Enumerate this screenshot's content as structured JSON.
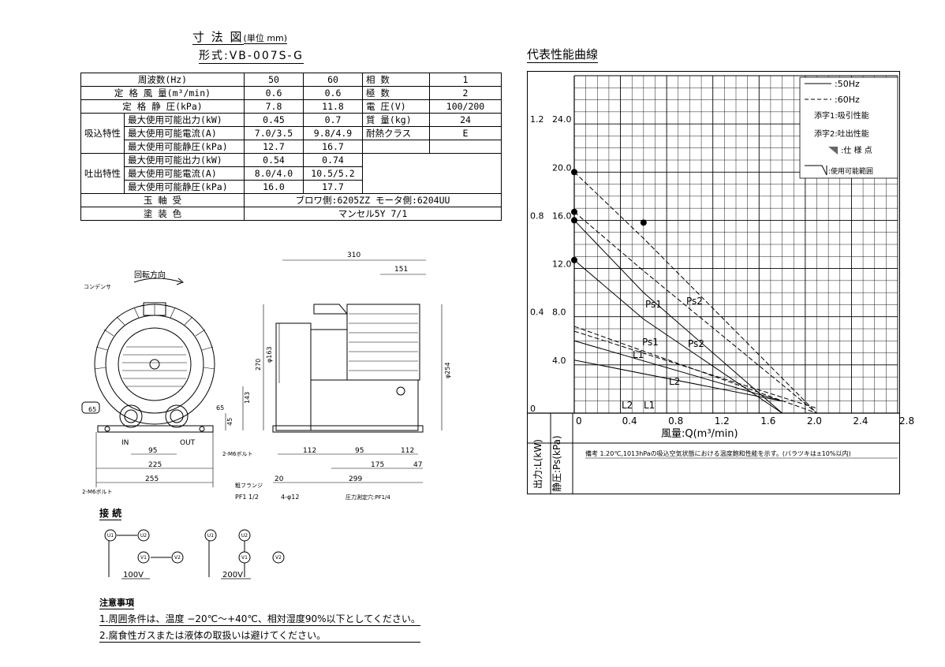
{
  "left": {
    "title": "寸 法 図",
    "title_unit": "(単位 mm)",
    "model": "形式:VB-007S-G",
    "spec_table": {
      "freq_label": "周波数(Hz)",
      "freq_50": "50",
      "freq_60": "60",
      "phase_label": "相 数",
      "phase_val": "1",
      "airflow_label": "定 格 風 量(m³/min)",
      "airflow_50": "0.6",
      "airflow_60": "0.6",
      "poles_label": "極 数",
      "poles_val": "2",
      "pressure_label": "定 格 静 圧(kPa)",
      "pressure_50": "7.8",
      "pressure_60": "11.8",
      "voltage_label": "電 圧(V)",
      "voltage_val": "100/200",
      "suction_group": "吸込特性",
      "s_output_label": "最大使用可能出力(kW)",
      "s_output_50": "0.45",
      "s_output_60": "0.7",
      "mass_label": "質 量(kg)",
      "mass_val": "24",
      "s_current_label": "最大使用可能電流(A)",
      "s_current_50": "7.0/3.5",
      "s_current_60": "9.8/4.9",
      "heat_label": "耐熱クラス",
      "heat_val": "E",
      "s_static_label": "最大使用可能静圧(kPa)",
      "s_static_50": "12.7",
      "s_static_60": "16.7",
      "discharge_group": "吐出特性",
      "d_output_label": "最大使用可能出力(kW)",
      "d_output_50": "0.54",
      "d_output_60": "0.74",
      "d_current_label": "最大使用可能電流(A)",
      "d_current_50": "8.0/4.0",
      "d_current_60": "10.5/5.2",
      "d_static_label": "最大使用可能静圧(kPa)",
      "d_static_50": "16.0",
      "d_static_60": "17.7",
      "bearing_label": "玉 軸 受",
      "bearing_val": "ブロワ側:6205ZZ モータ側:6204UU",
      "paint_label": "塗 装 色",
      "paint_val": "マンセル5Y 7/1"
    },
    "drawing": {
      "rotation": "回転方向",
      "condenser": "コンデンサ",
      "in": "IN",
      "out": "OUT",
      "dims": {
        "d310": "310",
        "d151": "151",
        "d163": "φ163",
        "d254": "φ254",
        "d270": "270",
        "d143": "143",
        "d45": "45",
        "d65a": "65",
        "d65b": "65",
        "d95a": "95",
        "d225": "225",
        "d255": "255",
        "d112a": "112",
        "d95b": "95",
        "d112b": "112",
        "d175": "175",
        "d47": "47",
        "d20": "20",
        "d299": "299"
      },
      "m6_a": "2-M6ボルト",
      "m6_b": "2-M6ボルト",
      "flange": "粗フランジ",
      "pf": "PF1 1/2",
      "holes": "4-φ12",
      "pressure_hole": "圧力測定穴:PF1/4"
    },
    "wiring": {
      "title": "接 続",
      "t_u1": "U1",
      "t_u2": "U2",
      "t_v1": "V1",
      "t_v2": "V2",
      "v100": "100V",
      "v200": "200V"
    },
    "notes": {
      "title": "注意事項",
      "n1": "1.周囲条件は、温度 −20℃〜+40℃、相対湿度90%以下としてください。",
      "n2": "2.腐食性ガスまたは液体の取扱いは避けてください。"
    }
  },
  "chart_data": {
    "type": "line",
    "title": "代表性能曲線",
    "xlabel": "風量:Q(m³/min)",
    "ylabel_ps": "静圧:Ps(kPa)",
    "ylabel_l": "出力:L(kW)",
    "xlim": [
      0,
      2.8
    ],
    "ylim_ps": [
      0,
      28
    ],
    "ylim_l": [
      0,
      1.4
    ],
    "x_ticks": [
      "0",
      "0.4",
      "0.8",
      "1.2",
      "1.6",
      "2.0",
      "2.4",
      "2.8"
    ],
    "ps_ticks": [
      "4.0",
      "8.0",
      "12.0",
      "16.0",
      "20.0",
      "24.0"
    ],
    "l_ticks": [
      "0",
      "0.4",
      "0.8",
      "1.2"
    ],
    "grid": true,
    "legend": {
      "hz50": ":50Hz",
      "hz60": ":60Hz",
      "sub1": "添字1:吸引性能",
      "sub2": "添字2:吐出性能",
      "spec_point": ":仕 様 点",
      "usable": ":使用可能範囲"
    },
    "series": [
      {
        "name": "Ps1",
        "hz": 50,
        "axis": "ps",
        "x": [
          0,
          0.6,
          1.8
        ],
        "y": [
          12.7,
          7.8,
          0
        ]
      },
      {
        "name": "Ps1",
        "hz": 60,
        "axis": "ps",
        "x": [
          0,
          0.6,
          2.1
        ],
        "y": [
          16.7,
          11.8,
          0
        ]
      },
      {
        "name": "Ps2",
        "hz": 50,
        "axis": "ps",
        "x": [
          0,
          0.6,
          1.8
        ],
        "y": [
          16.0,
          10.0,
          0
        ]
      },
      {
        "name": "Ps2",
        "hz": 60,
        "axis": "ps",
        "x": [
          0,
          0.6,
          2.1
        ],
        "y": [
          20.0,
          14.5,
          0
        ]
      },
      {
        "name": "L1",
        "hz": 50,
        "axis": "l",
        "x": [
          0,
          1.8
        ],
        "y": [
          0.3,
          0.05
        ]
      },
      {
        "name": "L1",
        "hz": 60,
        "axis": "l",
        "x": [
          0,
          2.1
        ],
        "y": [
          0.36,
          0.0
        ]
      },
      {
        "name": "L2",
        "hz": 50,
        "axis": "l",
        "x": [
          0,
          1.8
        ],
        "y": [
          0.22,
          0.05
        ]
      },
      {
        "name": "L2",
        "hz": 60,
        "axis": "l",
        "x": [
          0,
          2.1
        ],
        "y": [
          0.34,
          0.02
        ]
      }
    ],
    "curve_labels": {
      "ps1": "Ps1",
      "ps2": "Ps2",
      "ps1b": "Ps1",
      "ps2b": "Ps2",
      "l1": "L1",
      "l2": "L2",
      "l2b": "L2",
      "l1b": "L1"
    },
    "remark": "備考 1.20℃,1013hPaの吸込空気状態における温度飽和性能を示す。(バラツキは±10%以内)"
  }
}
